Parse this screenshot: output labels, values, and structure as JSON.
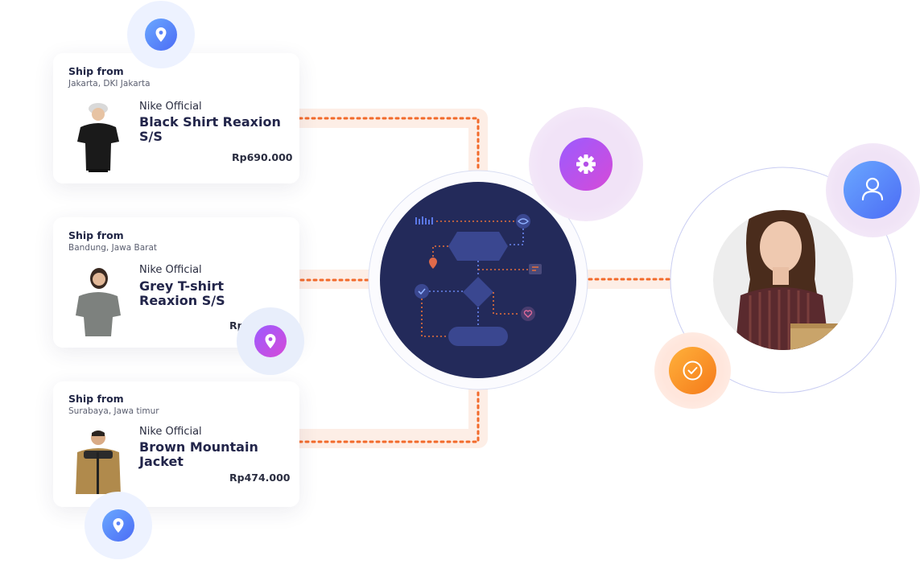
{
  "cards": [
    {
      "ship_label": "Ship from",
      "ship_location": "Jakarta, DKI Jakarta",
      "brand": "Nike Official",
      "product": "Black Shirt Reaxion S/S",
      "price": "Rp690.000",
      "icon": "location-pin-icon"
    },
    {
      "ship_label": "Ship from",
      "ship_location": "Bandung, Jawa Barat",
      "brand": "Nike Official",
      "product": "Grey T-shirt Reaxion S/S",
      "price": "Rp",
      "icon": "location-pin-icon"
    },
    {
      "ship_label": "Ship from",
      "ship_location": "Surabaya, Jawa timur",
      "brand": "Nike Official",
      "product": "Brown Mountain Jacket",
      "price": "Rp474.000",
      "icon": "location-pin-icon"
    }
  ],
  "hub": {
    "icon": "workflow-diagram-icon"
  },
  "badges": {
    "settings": "gear-icon",
    "user": "user-icon",
    "check": "check-circle-icon"
  },
  "colors": {
    "dots": "#f26a2b",
    "hub": "#232a5a",
    "blue_grad": [
      "#6aa8ff",
      "#4c6cf5"
    ],
    "purple_grad": [
      "#9b5bff",
      "#d64ad8"
    ],
    "orange_grad": [
      "#ffb13b",
      "#f57a1a"
    ]
  }
}
